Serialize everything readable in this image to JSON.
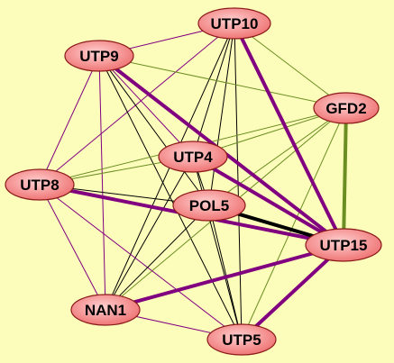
{
  "colors": {
    "background": "#fdfdbb",
    "node_fill_inner": "#ffd0d0",
    "node_fill_outer": "#ee6e6e",
    "node_stroke": "#8b1a1a",
    "edge_purple": "#800080",
    "edge_olive": "#6b8e23",
    "edge_black": "#000000"
  },
  "nodes": [
    {
      "id": "UTP10",
      "label": "UTP10"
    },
    {
      "id": "UTP9",
      "label": "UTP9"
    },
    {
      "id": "GFD2",
      "label": "GFD2"
    },
    {
      "id": "UTP4",
      "label": "UTP4"
    },
    {
      "id": "UTP8",
      "label": "UTP8"
    },
    {
      "id": "POL5",
      "label": "POL5"
    },
    {
      "id": "UTP15",
      "label": "UTP15"
    },
    {
      "id": "NAN1",
      "label": "NAN1"
    },
    {
      "id": "UTP5",
      "label": "UTP5"
    }
  ],
  "edges": [
    {
      "source": "UTP10",
      "target": "UTP15",
      "color": "purple",
      "weight": "thick"
    },
    {
      "source": "UTP9",
      "target": "UTP15",
      "color": "purple",
      "weight": "thick"
    },
    {
      "source": "UTP8",
      "target": "UTP15",
      "color": "purple",
      "weight": "thick"
    },
    {
      "source": "UTP4",
      "target": "UTP15",
      "color": "purple",
      "weight": "thick"
    },
    {
      "source": "NAN1",
      "target": "UTP15",
      "color": "purple",
      "weight": "thick"
    },
    {
      "source": "UTP5",
      "target": "UTP15",
      "color": "purple",
      "weight": "thick"
    },
    {
      "source": "GFD2",
      "target": "UTP15",
      "color": "olive",
      "weight": "thick"
    },
    {
      "source": "POL5",
      "target": "UTP15",
      "color": "black",
      "weight": "thick"
    },
    {
      "source": "UTP10",
      "target": "UTP9",
      "color": "purple",
      "weight": "thin"
    },
    {
      "source": "UTP10",
      "target": "UTP8",
      "color": "purple",
      "weight": "thin"
    },
    {
      "source": "UTP10",
      "target": "UTP4",
      "color": "black",
      "weight": "thin"
    },
    {
      "source": "UTP10",
      "target": "POL5",
      "color": "black",
      "weight": "thin"
    },
    {
      "source": "UTP10",
      "target": "NAN1",
      "color": "black",
      "weight": "thin"
    },
    {
      "source": "UTP10",
      "target": "UTP5",
      "color": "black",
      "weight": "thin"
    },
    {
      "source": "UTP10",
      "target": "GFD2",
      "color": "olive",
      "weight": "thin"
    },
    {
      "source": "UTP9",
      "target": "GFD2",
      "color": "olive",
      "weight": "thin"
    },
    {
      "source": "UTP9",
      "target": "UTP4",
      "color": "purple",
      "weight": "thin"
    },
    {
      "source": "UTP9",
      "target": "POL5",
      "color": "black",
      "weight": "thin"
    },
    {
      "source": "UTP9",
      "target": "UTP8",
      "color": "purple",
      "weight": "thin"
    },
    {
      "source": "UTP9",
      "target": "NAN1",
      "color": "purple",
      "weight": "thin"
    },
    {
      "source": "UTP9",
      "target": "UTP5",
      "color": "black",
      "weight": "thin"
    },
    {
      "source": "GFD2",
      "target": "UTP4",
      "color": "olive",
      "weight": "thin"
    },
    {
      "source": "GFD2",
      "target": "UTP8",
      "color": "olive",
      "weight": "thin"
    },
    {
      "source": "GFD2",
      "target": "POL5",
      "color": "olive",
      "weight": "thin"
    },
    {
      "source": "GFD2",
      "target": "NAN1",
      "color": "olive",
      "weight": "thin"
    },
    {
      "source": "GFD2",
      "target": "UTP5",
      "color": "olive",
      "weight": "thin"
    },
    {
      "source": "UTP4",
      "target": "UTP8",
      "color": "olive",
      "weight": "thin"
    },
    {
      "source": "UTP4",
      "target": "POL5",
      "color": "black",
      "weight": "thin"
    },
    {
      "source": "UTP4",
      "target": "NAN1",
      "color": "black",
      "weight": "thin"
    },
    {
      "source": "UTP4",
      "target": "UTP5",
      "color": "black",
      "weight": "thin"
    },
    {
      "source": "UTP8",
      "target": "POL5",
      "color": "black",
      "weight": "thin"
    },
    {
      "source": "UTP8",
      "target": "NAN1",
      "color": "purple",
      "weight": "thin"
    },
    {
      "source": "UTP8",
      "target": "UTP5",
      "color": "purple",
      "weight": "thin"
    },
    {
      "source": "POL5",
      "target": "NAN1",
      "color": "black",
      "weight": "thin"
    },
    {
      "source": "POL5",
      "target": "UTP5",
      "color": "black",
      "weight": "thin"
    },
    {
      "source": "NAN1",
      "target": "UTP5",
      "color": "purple",
      "weight": "thin"
    }
  ]
}
